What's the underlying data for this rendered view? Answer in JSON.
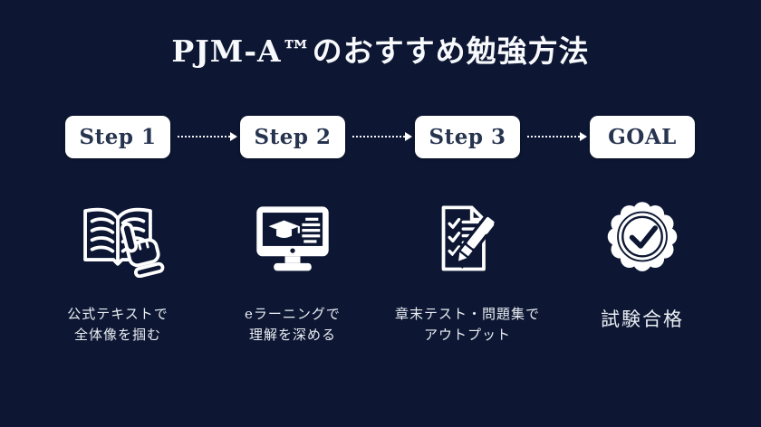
{
  "title": "PJM-A™のおすすめ勉強方法",
  "colors": {
    "background": "#0d1733",
    "step_box_background": "#ffffff",
    "step_box_text": "#273450",
    "body_text": "#e9edf3",
    "icon_color": "#ffffff"
  },
  "steps": [
    {
      "label": "Step 1",
      "icon": "open-book-hand-icon",
      "desc_line1": "公式テキストで",
      "desc_line2": "全体像を掴む"
    },
    {
      "label": "Step 2",
      "icon": "elearning-monitor-icon",
      "desc_line1": "eラーニングで",
      "desc_line2": "理解を深める"
    },
    {
      "label": "Step 3",
      "icon": "checklist-pen-icon",
      "desc_line1": "章末テスト・問題集で",
      "desc_line2": "アウトプット"
    },
    {
      "label": "GOAL",
      "icon": "certification-badge-icon",
      "desc": "試験合格"
    }
  ]
}
